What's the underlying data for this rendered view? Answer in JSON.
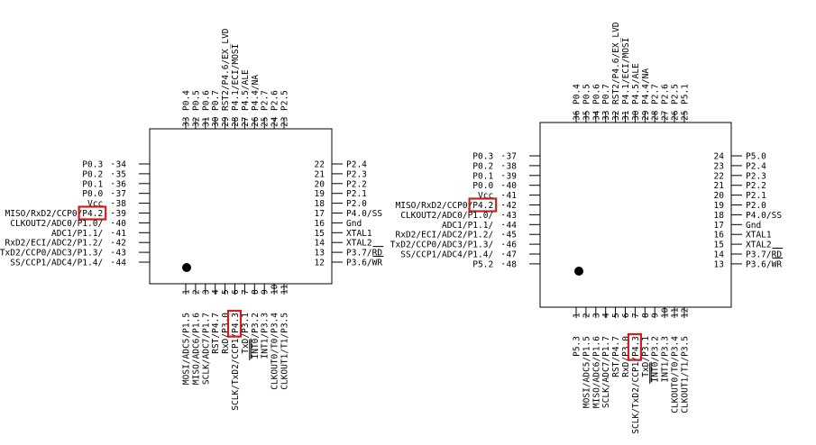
{
  "highlight_color": "#cc1f1f",
  "chip_44": {
    "top": [
      {
        "num": "33",
        "name": "P0.4"
      },
      {
        "num": "32",
        "name": "P0.5"
      },
      {
        "num": "31",
        "name": "P0.6"
      },
      {
        "num": "30",
        "name": "P0.7"
      },
      {
        "num": "29",
        "name": "RST2/P4.6/EX_LVD"
      },
      {
        "num": "28",
        "name": "P4.1/ECI/MOSI"
      },
      {
        "num": "27",
        "name": "P4.5/ALE"
      },
      {
        "num": "26",
        "name": "P4.4/NA"
      },
      {
        "num": "25",
        "name": "P2.7"
      },
      {
        "num": "24",
        "name": "P2.6"
      },
      {
        "num": "23",
        "name": "P2.5"
      }
    ],
    "left": [
      {
        "num": "34",
        "name": "P0.3"
      },
      {
        "num": "35",
        "name": "P0.2"
      },
      {
        "num": "36",
        "name": "P0.1"
      },
      {
        "num": "37",
        "name": "P0.0"
      },
      {
        "num": "38",
        "name": "Vcc"
      },
      {
        "num": "39",
        "name": "MISO/RxD2/CCP0/",
        "hl": "P4.2"
      },
      {
        "num": "40",
        "name": "CLKOUT2/ADC0/P1.0/"
      },
      {
        "num": "41",
        "name": "ADC1/P1.1/"
      },
      {
        "num": "42",
        "name": "RxD2/ECI/ADC2/P1.2/"
      },
      {
        "num": "43",
        "name": "TxD2/CCP0/ADC3/P1.3/"
      },
      {
        "num": "44",
        "name": "SS/CCP1/ADC4/P1.4/"
      }
    ],
    "right": [
      {
        "num": "22",
        "name": "P2.4"
      },
      {
        "num": "21",
        "name": "P2.3"
      },
      {
        "num": "20",
        "name": "P2.2"
      },
      {
        "num": "19",
        "name": "P2.1"
      },
      {
        "num": "18",
        "name": "P2.0"
      },
      {
        "num": "17",
        "name": "P4.0/SS"
      },
      {
        "num": "16",
        "name": "Gnd"
      },
      {
        "num": "15",
        "name": "XTAL1"
      },
      {
        "num": "14",
        "name": "XTAL2"
      },
      {
        "num": "13",
        "name": "P3.7/",
        "ov": "RD"
      },
      {
        "num": "12",
        "name": "P3.6/",
        "ov": "WR"
      }
    ],
    "bottom": [
      {
        "num": "1",
        "name": "MOSI/ADC5/P1.5"
      },
      {
        "num": "2",
        "name": "MISO/ADC6/P1.6"
      },
      {
        "num": "3",
        "name": "SCLK/ADC7/P1.7"
      },
      {
        "num": "4",
        "name": "RST/P4.7"
      },
      {
        "num": "5",
        "name": "RxD/P3.0"
      },
      {
        "num": "6",
        "name": "SCLK/TxD2/CCP1/",
        "hl": "P4.3"
      },
      {
        "num": "7",
        "name": "TxD/P3.1"
      },
      {
        "num": "8",
        "name": "/P3.2",
        "ov": "INT0"
      },
      {
        "num": "9",
        "name": "INT1/P3.3"
      },
      {
        "num": "10",
        "name": "CLKOUT0/T0/P3.4"
      },
      {
        "num": "11",
        "name": "CLKOUT1/T1/P3.5"
      }
    ]
  },
  "chip_48": {
    "top": [
      {
        "num": "36",
        "name": "P0.4"
      },
      {
        "num": "35",
        "name": "P0.5"
      },
      {
        "num": "34",
        "name": "P0.6"
      },
      {
        "num": "33",
        "name": "P0.7"
      },
      {
        "num": "32",
        "name": "RST2/P4.6/EX_LVD"
      },
      {
        "num": "31",
        "name": "P4.1/ECI/MOSI"
      },
      {
        "num": "30",
        "name": "P4.5/ALE"
      },
      {
        "num": "29",
        "name": "P4.4/NA"
      },
      {
        "num": "28",
        "name": "P2.7"
      },
      {
        "num": "27",
        "name": "P2.6"
      },
      {
        "num": "26",
        "name": "P2.5"
      },
      {
        "num": "25",
        "name": "P5.1"
      }
    ],
    "left": [
      {
        "num": "37",
        "name": "P0.3"
      },
      {
        "num": "38",
        "name": "P0.2"
      },
      {
        "num": "39",
        "name": "P0.1"
      },
      {
        "num": "40",
        "name": "P0.0"
      },
      {
        "num": "41",
        "name": "Vcc"
      },
      {
        "num": "42",
        "name": "MISO/RxD2/CCP0/",
        "hl": "P4.2"
      },
      {
        "num": "43",
        "name": "CLKOUT2/ADC0/P1.0/"
      },
      {
        "num": "44",
        "name": "ADC1/P1.1/"
      },
      {
        "num": "45",
        "name": "RxD2/ECI/ADC2/P1.2/"
      },
      {
        "num": "46",
        "name": "TxD2/CCP0/ADC3/P1.3/"
      },
      {
        "num": "47",
        "name": "SS/CCP1/ADC4/P1.4/"
      },
      {
        "num": "48",
        "name": "P5.2"
      }
    ],
    "right": [
      {
        "num": "24",
        "name": "P5.0"
      },
      {
        "num": "23",
        "name": "P2.4"
      },
      {
        "num": "22",
        "name": "P2.3"
      },
      {
        "num": "21",
        "name": "P2.2"
      },
      {
        "num": "20",
        "name": "P2.1"
      },
      {
        "num": "19",
        "name": "P2.0"
      },
      {
        "num": "18",
        "name": "P4.0/SS"
      },
      {
        "num": "17",
        "name": "Gnd"
      },
      {
        "num": "16",
        "name": "XTAL1"
      },
      {
        "num": "15",
        "name": "XTAL2"
      },
      {
        "num": "14",
        "name": "P3.7/",
        "ov": "RD"
      },
      {
        "num": "13",
        "name": "P3.6/",
        "ov": "WR"
      }
    ],
    "bottom": [
      {
        "num": "1",
        "name": "P5.3"
      },
      {
        "num": "2",
        "name": "MOSI/ADC5/P1.5"
      },
      {
        "num": "3",
        "name": "MISO/ADC6/P1.6"
      },
      {
        "num": "4",
        "name": "SCLK/ADC7/P1.7"
      },
      {
        "num": "5",
        "name": "RST/P4.7"
      },
      {
        "num": "6",
        "name": "RxD/P3.0"
      },
      {
        "num": "7",
        "name": "SCLK/TxD2/CCP1/",
        "hl": "P4.3"
      },
      {
        "num": "8",
        "name": "TxD/P3.1"
      },
      {
        "num": "9",
        "name": "/P3.2",
        "ov": "INT0"
      },
      {
        "num": "10",
        "name": "INT1/P3.3"
      },
      {
        "num": "11",
        "name": "CLKOUT0/T0/P3.4"
      },
      {
        "num": "12",
        "name": "CLKOUT1/T1/P3.5"
      }
    ]
  }
}
